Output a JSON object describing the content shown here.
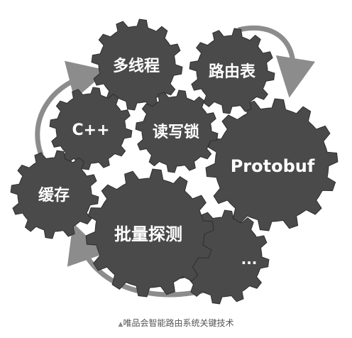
{
  "gears": [
    {
      "id": "multithread",
      "label": "多线程"
    },
    {
      "id": "routing-table",
      "label": "路由表"
    },
    {
      "id": "cpp",
      "label": "C++"
    },
    {
      "id": "rwlock",
      "label": "读写锁"
    },
    {
      "id": "protobuf",
      "label": "Protobuf"
    },
    {
      "id": "cache",
      "label": "缓存"
    },
    {
      "id": "batch-probe",
      "label": "批量探测"
    },
    {
      "id": "more",
      "label": "..."
    }
  ],
  "caption": "唯品会智能路由系统关键技术",
  "colors": {
    "gear": "#4a4a4a",
    "gear_dark": "#3a3a3a",
    "arrow": "#8c8c8c",
    "label": "#ffffff",
    "caption": "#555555"
  }
}
